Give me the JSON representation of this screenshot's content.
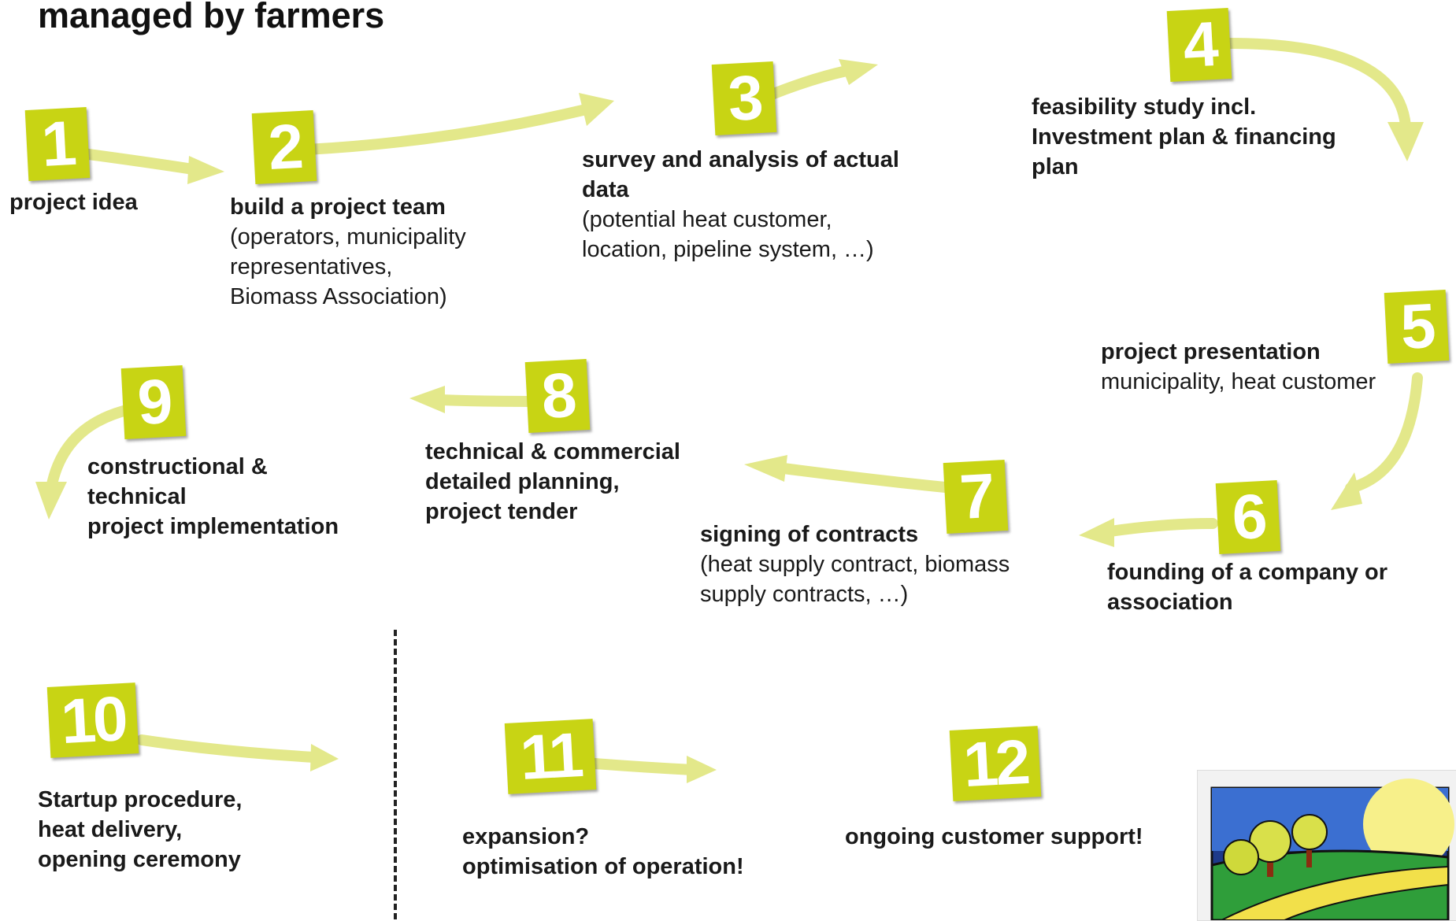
{
  "title": "managed by farmers",
  "steps": [
    {
      "num": "1",
      "title": "project idea",
      "desc": []
    },
    {
      "num": "2",
      "title": "build a project team",
      "desc": [
        "(operators, municipality",
        "representatives,",
        "Biomass Association)"
      ]
    },
    {
      "num": "3",
      "title": [
        "survey and analysis of actual",
        "data"
      ],
      "desc": [
        "(potential heat customer,",
        "location, pipeline system, …)"
      ]
    },
    {
      "num": "4",
      "title": [
        "feasibility study incl.",
        "Investment plan & financing",
        "plan"
      ],
      "desc": []
    },
    {
      "num": "5",
      "title": "project presentation",
      "desc": [
        "municipality, heat customer"
      ]
    },
    {
      "num": "6",
      "title": [
        "founding of a company or",
        "association"
      ],
      "desc": []
    },
    {
      "num": "7",
      "title": "signing of contracts",
      "desc": [
        "(heat supply contract, biomass",
        "supply contracts, …)"
      ]
    },
    {
      "num": "8",
      "title": [
        "technical & commercial",
        "detailed planning,",
        "project tender"
      ],
      "desc": []
    },
    {
      "num": "9",
      "title": [
        "constructional &",
        "technical",
        "project implementation"
      ],
      "desc": []
    },
    {
      "num": "10",
      "title": [
        "Startup procedure,",
        "heat delivery,",
        "opening ceremony"
      ],
      "desc": []
    },
    {
      "num": "11",
      "title": [
        "expansion?",
        "optimisation of operation!"
      ],
      "desc": []
    },
    {
      "num": "12",
      "title": "ongoing customer support!",
      "desc": []
    }
  ],
  "colors": {
    "badge": "#c8d414",
    "arrow": "#e3e88a",
    "text": "#1a1a1a"
  }
}
